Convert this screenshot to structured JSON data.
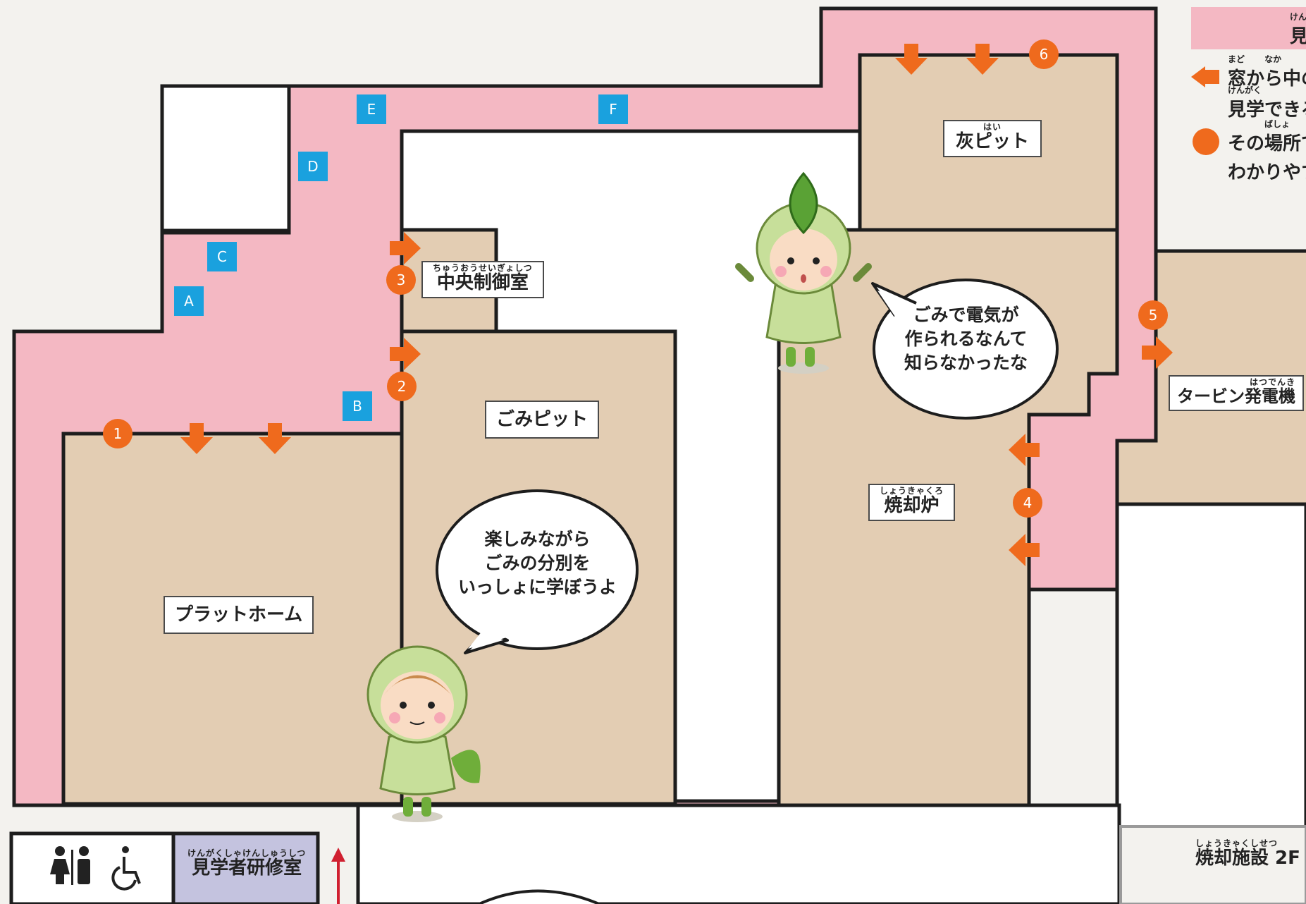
{
  "rooms": {
    "platform": "プラットホーム",
    "garbage_pit": "ごみピット",
    "control_room": {
      "ruby": "ちゅうおうせいぎょしつ",
      "label": "中央制御室"
    },
    "ash_pit": {
      "ruby": "はい",
      "label": "灰ピット"
    },
    "incinerator": {
      "ruby": "しょうきゃくろ",
      "label": "焼却炉"
    },
    "turbine": {
      "ruby": "はつでんき",
      "label": "タービン発電機"
    },
    "training_room": {
      "ruby": "けんがくしゃけんしゅうしつ",
      "label": "見学者研修室"
    },
    "facility": {
      "ruby": "しょうきゃくしせつ",
      "label": "焼却施設 2F"
    }
  },
  "markers": {
    "points": [
      "A",
      "B",
      "C",
      "D",
      "E",
      "F"
    ],
    "stops": [
      "1",
      "2",
      "3",
      "4",
      "5",
      "6"
    ]
  },
  "bubbles": {
    "girl": [
      "楽しみながら",
      "ごみの分別を",
      "いっしょに学ぼうよ"
    ],
    "boy": [
      "ごみで電気が",
      "作られるなんて",
      "知らなかったな"
    ]
  },
  "legend": {
    "title": "見",
    "title_ruby": "けん",
    "arrow_line1": "窓から中の",
    "arrow_line1_ruby": "まど　　 なか",
    "arrow_line2": "見学できる",
    "arrow_line2_ruby": "けんがく",
    "dot_line1": "その場所で",
    "dot_line1_ruby": "ばしょ",
    "dot_line2": "わかりやす"
  },
  "icons": [
    "restroom-icon",
    "wheelchair-icon"
  ],
  "colors": {
    "corridor": "#f4b8c3",
    "room": "#e3cdb3",
    "arrow": "#ef6a1d",
    "point": "#1aa1de",
    "training": "#c4c3df",
    "entry_arrow": "#d02030"
  }
}
